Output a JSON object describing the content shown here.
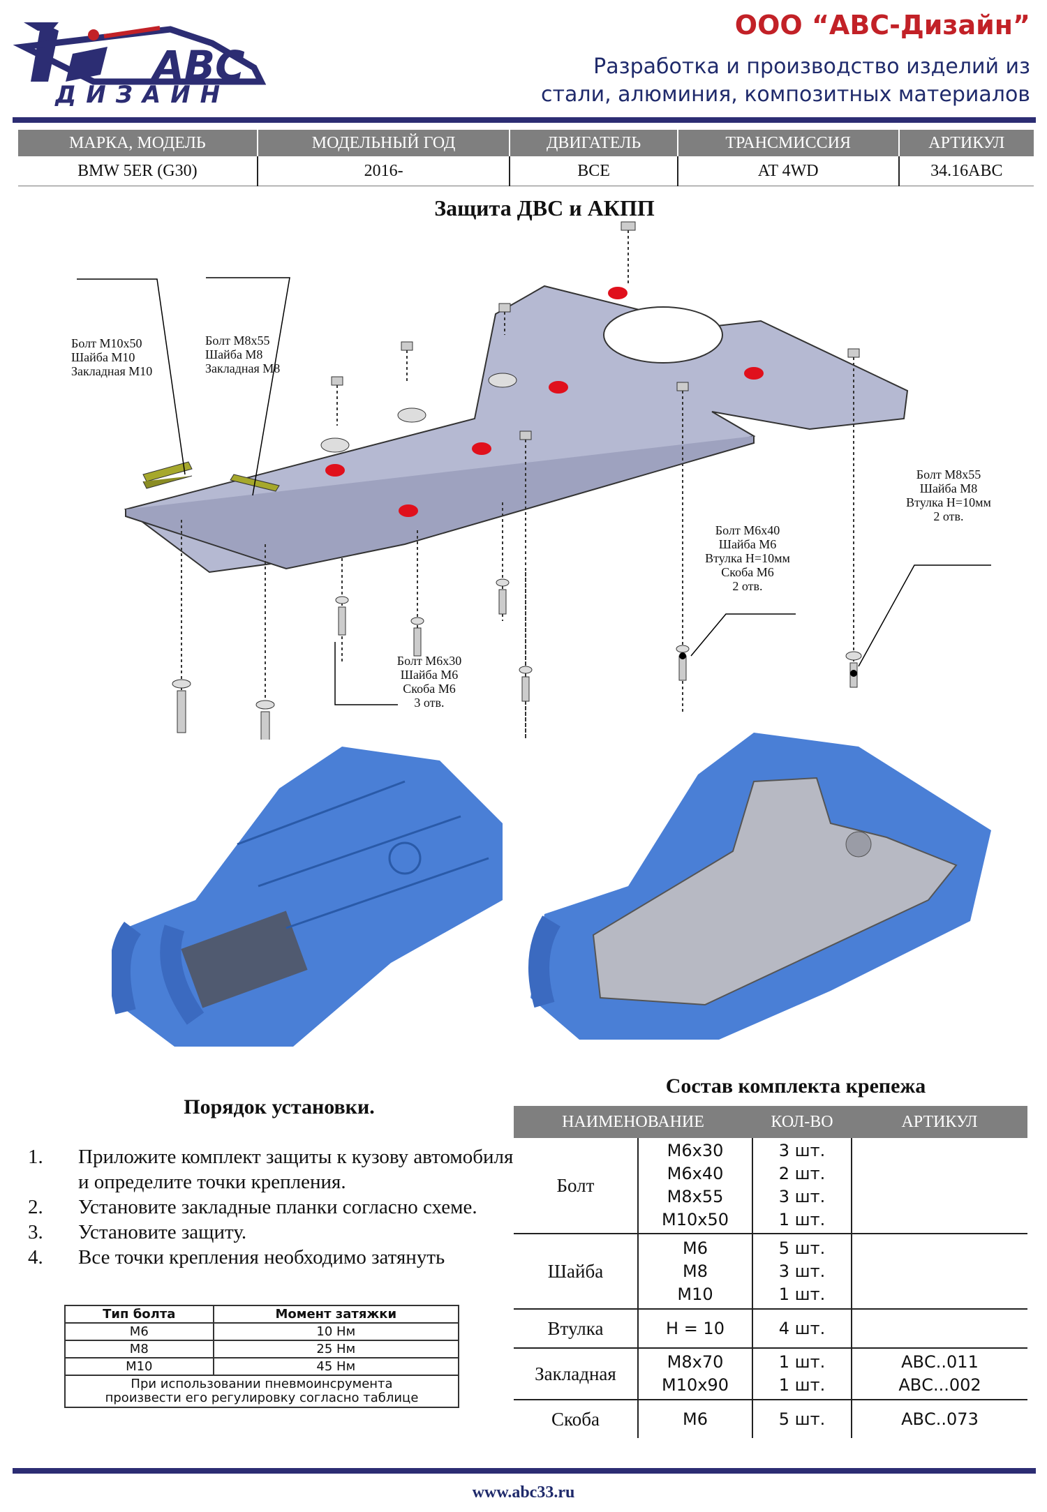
{
  "header": {
    "company": "ООО “АВС-Дизайн”",
    "tagline_1": "Разработка и производство изделий из",
    "tagline_2": "стали, алюминия, композитных материалов",
    "logo_text_top": "АВС",
    "logo_text_bottom": "ДИЗАЙН",
    "brand_color": "#c22127",
    "navy_color": "#2c2d73"
  },
  "spec": {
    "headers": [
      "МАРКА, МОДЕЛЬ",
      "МОДЕЛЬНЫЙ ГОД",
      "ДВИГАТЕЛЬ",
      "ТРАНСМИССИЯ",
      "АРТИКУЛ"
    ],
    "values": [
      "BMW  5ER (G30)",
      "2016-",
      "ВСЕ",
      "AT 4WD",
      "34.16ABC"
    ]
  },
  "title": "Защита ДВС и АКПП",
  "callouts": {
    "m10": [
      "Болт М10х50",
      "Шайба М10",
      "Закладная М10"
    ],
    "m8": [
      "Болт М8х55",
      "Шайба М8",
      "Закладная М8"
    ],
    "m6x30": [
      "Болт М6х30",
      "Шайба М6",
      "Скоба М6",
      "3 отв."
    ],
    "m6x40": [
      "Болт М6х40",
      "Шайба М6",
      "Втулка Н=10мм",
      "Скоба М6",
      "2 отв."
    ],
    "m8x55": [
      "Болт М8х55",
      "Шайба М8",
      "Втулка Н=10мм",
      "2 отв."
    ]
  },
  "install": {
    "title": "Порядок установки.",
    "steps": [
      {
        "num": "1.",
        "text": "Приложите комплект защиты к кузову автомобиля и определите точки крепления."
      },
      {
        "num": "2.",
        "text": "Установите закладные планки согласно схеме."
      },
      {
        "num": "3.",
        "text": "Установите защиту."
      },
      {
        "num": "4.",
        "text": "Все точки крепления необходимо затянуть"
      }
    ]
  },
  "torque": {
    "headers": [
      "Тип болта",
      "Момент затяжки"
    ],
    "rows": [
      [
        "М6",
        "10 Нм"
      ],
      [
        "М8",
        "25 Нм"
      ],
      [
        "М10",
        "45 Нм"
      ]
    ],
    "note_1": "При использовании пневмоинсрумента",
    "note_2": "произвести его регулировку согласно таблице"
  },
  "kit": {
    "title": "Состав комплекта крепежа",
    "headers": [
      "НАИМЕНОВАНИЕ",
      "КОЛ-ВО",
      "АРТИКУЛ"
    ],
    "groups": [
      {
        "name": "Болт",
        "sizes": [
          "М6х30",
          "М6х40",
          "М8х55",
          "М10х50"
        ],
        "qty": [
          "3 шт.",
          "2 шт.",
          "3 шт.",
          "1 шт."
        ],
        "art": [
          "",
          "",
          "",
          ""
        ]
      },
      {
        "name": "Шайба",
        "sizes": [
          "М6",
          "М8",
          "М10"
        ],
        "qty": [
          "5 шт.",
          "3 шт.",
          "1 шт."
        ],
        "art": [
          "",
          "",
          ""
        ]
      },
      {
        "name": "Втулка",
        "sizes": [
          "Н = 10"
        ],
        "qty": [
          "4 шт."
        ],
        "art": [
          ""
        ]
      },
      {
        "name": "Закладная",
        "sizes": [
          "М8х70",
          "М10х90"
        ],
        "qty": [
          "1 шт.",
          "1 шт."
        ],
        "art": [
          "АВС..011",
          "АВС...002"
        ]
      },
      {
        "name": "Скоба",
        "sizes": [
          "М6"
        ],
        "qty": [
          "5 шт."
        ],
        "art": [
          "АВС..073"
        ]
      }
    ]
  },
  "footer": "www.abc33.ru"
}
